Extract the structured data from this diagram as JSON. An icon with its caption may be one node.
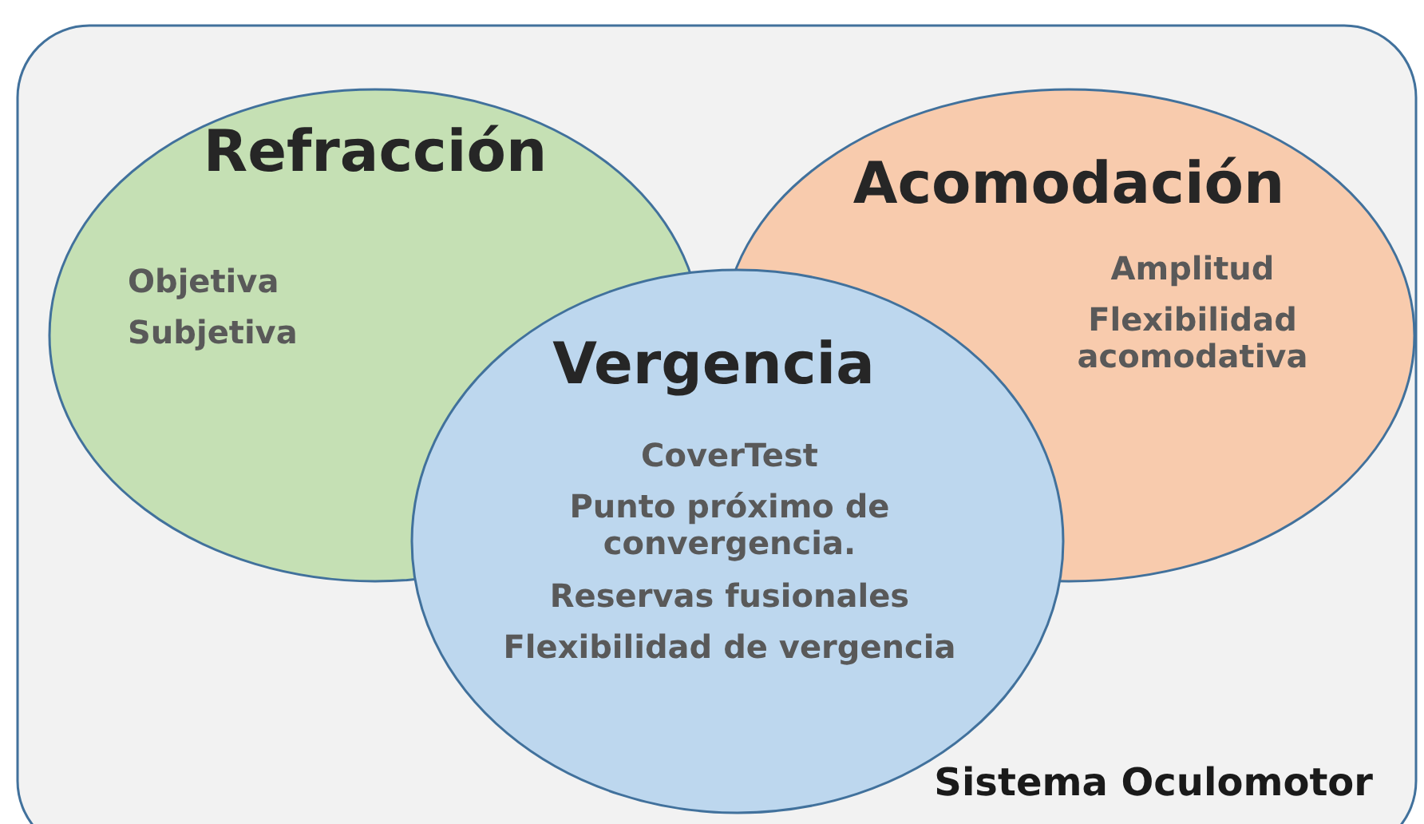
{
  "diagram": {
    "nodes": [
      {
        "text": [
          "Sistema Oculomotor"
        ]
      },
      {
        "text": [
          "Refracción",
          "Objetiva",
          "Subjetiva"
        ],
        "in": 0
      },
      {
        "text": [
          "Acomodación",
          "Amplitud",
          "Flexibilidad acomodativa"
        ],
        "in": 0
      },
      {
        "text": [
          "Vergencia",
          "CoverTest",
          "Punto próximo de convergencia.",
          "Reservas fusionales",
          "Flexibilidad de vergencia"
        ],
        "in": 0
      }
    ],
    "edges": []
  }
}
